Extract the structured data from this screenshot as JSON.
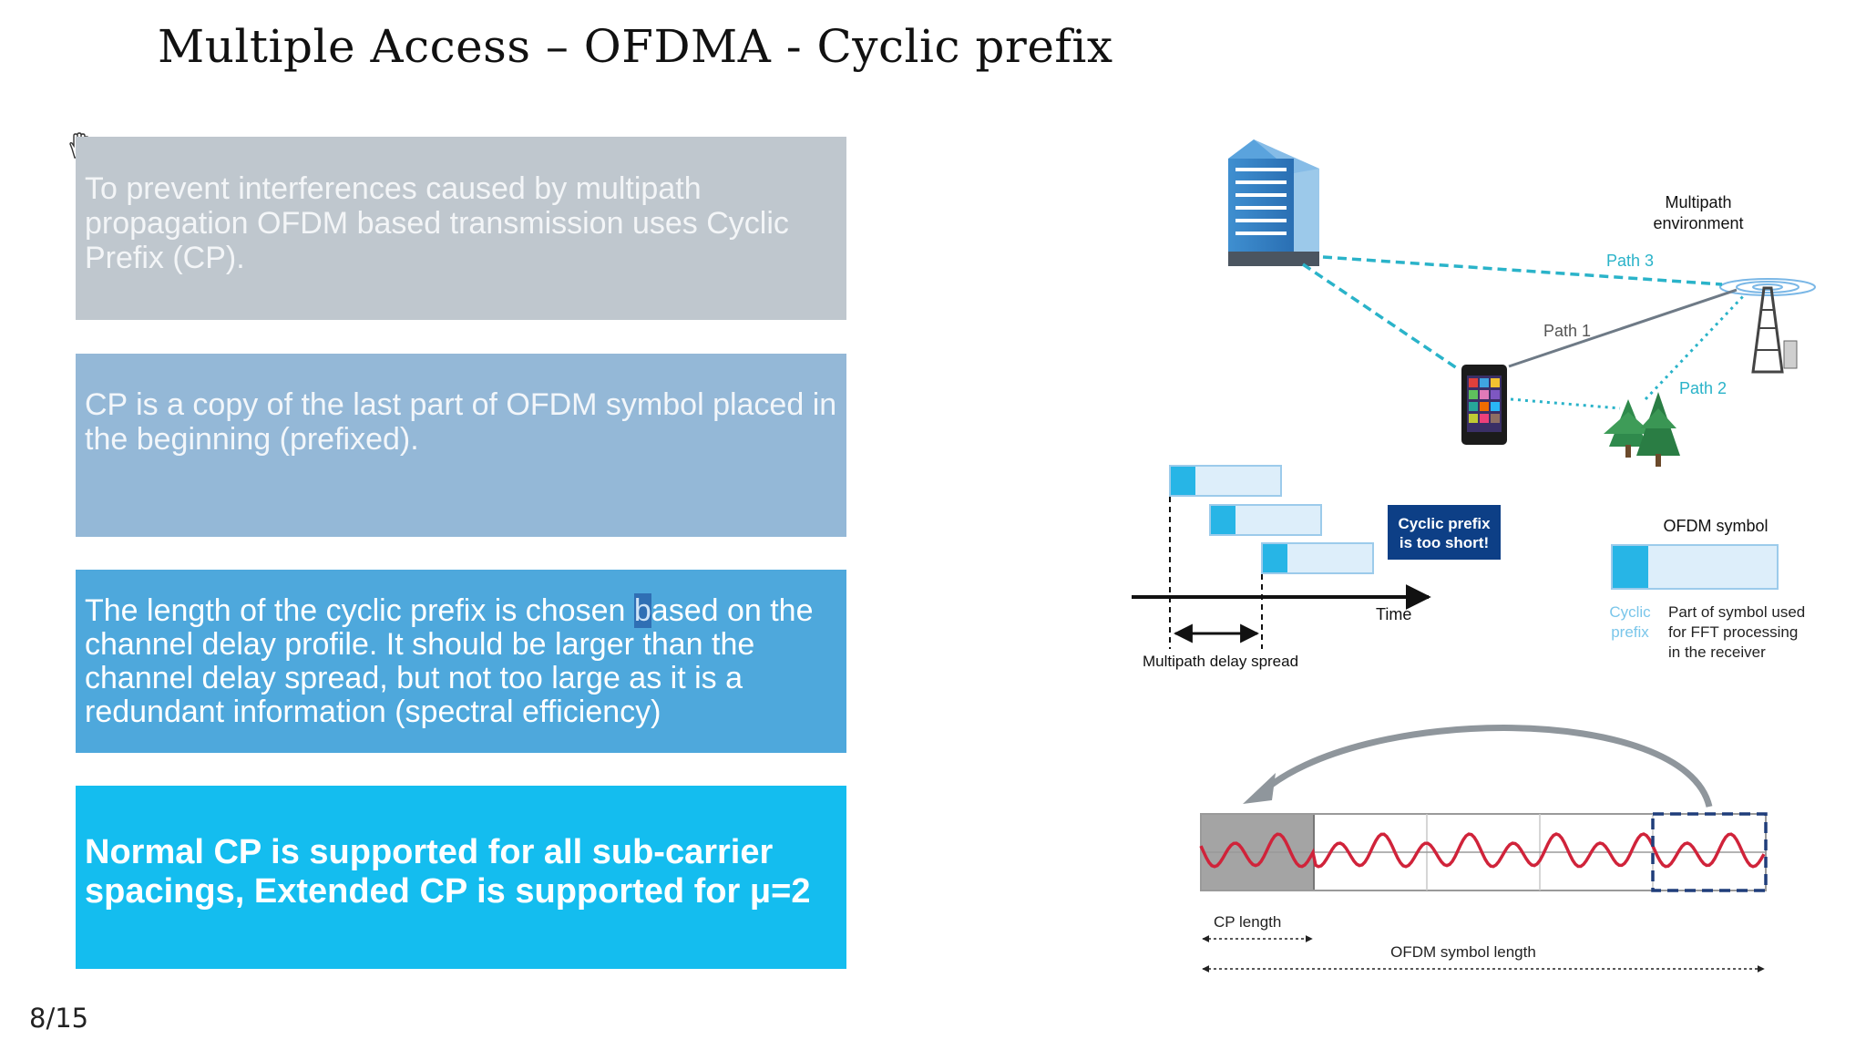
{
  "slide": {
    "title": "Multiple Access – OFDMA - Cyclic prefix",
    "page": "8/15"
  },
  "boxes": {
    "box1": "To prevent interferences caused by multipath propagation OFDM based transmission uses Cyclic Prefix (CP).",
    "box2": "CP is a copy of the last part of OFDM symbol placed in the beginning (prefixed).",
    "box3_pre": "The length of the cyclic prefix is chosen ",
    "box3_hl": "b",
    "box3_post": "ased on the channel delay profile. It should be larger than the channel delay spread, but not too large as it is a redundant information (spectral efficiency)",
    "box4": "Normal CP is supported for all sub-carrier spacings, Extended CP is supported for μ=2"
  },
  "box_colors": [
    "#bfc7ce",
    "#94b8d7",
    "#4ea8dc",
    "#14bdef"
  ],
  "multipath": {
    "env_line1": "Multipath",
    "env_line2": "environment",
    "path1": "Path 1",
    "path2": "Path 2",
    "path3": "Path 3",
    "icons": [
      "building-icon",
      "phone-icon",
      "tower-icon",
      "trees-icon"
    ]
  },
  "timing": {
    "time": "Time",
    "cp_short_line1": "Cyclic prefix",
    "cp_short_line2": "is too short!",
    "delay_spread": "Multipath delay spread"
  },
  "legend": {
    "title": "OFDM symbol",
    "cp_line1": "Cyclic",
    "cp_line2": "prefix",
    "desc1": "Part of symbol used",
    "desc2": "for FFT processing",
    "desc3": "in the receiver"
  },
  "symbol": {
    "cp_length": "CP length",
    "symbol_length": "OFDM symbol length"
  },
  "colors": {
    "accent_teal": "#2ab3c9",
    "cp_cyan": "#27b5e6",
    "wave_red": "#d0233a",
    "dark_navy": "#0d3f86"
  }
}
